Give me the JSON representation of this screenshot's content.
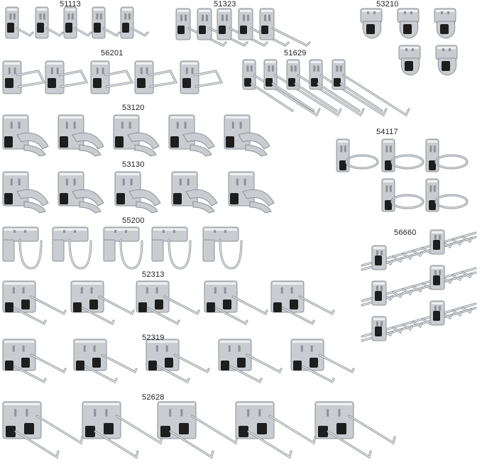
{
  "groups": [
    {
      "id": "g51113",
      "code": "51113",
      "count": 5,
      "kind": "short-hook"
    },
    {
      "id": "g51323",
      "code": "51323",
      "count": 5,
      "kind": "long-hook"
    },
    {
      "id": "g53210",
      "code": "53210",
      "count": 5,
      "kind": "cup-clip"
    },
    {
      "id": "g56201",
      "code": "56201",
      "count": 5,
      "kind": "loop-hook"
    },
    {
      "id": "g51629",
      "code": "51629",
      "count": 5,
      "kind": "long-rod"
    },
    {
      "id": "g53120",
      "code": "53120",
      "count": 5,
      "kind": "spring-clip"
    },
    {
      "id": "g54117",
      "code": "54117",
      "count": 5,
      "kind": "ring-holder"
    },
    {
      "id": "g53130",
      "code": "53130",
      "count": 5,
      "kind": "spring-clip"
    },
    {
      "id": "g55200",
      "code": "55200",
      "count": 5,
      "kind": "j-hook"
    },
    {
      "id": "g56660",
      "code": "56660",
      "count": 3,
      "kind": "multi-rack"
    },
    {
      "id": "g52313",
      "code": "52313",
      "count": 5,
      "kind": "double-hook"
    },
    {
      "id": "g52319",
      "code": "52319",
      "count": 5,
      "kind": "double-hook"
    },
    {
      "id": "g52628",
      "code": "52628",
      "count": 5,
      "kind": "big-double-hook"
    }
  ],
  "colors": {
    "metal": "#c9ccd0",
    "metal_dark": "#8d9298",
    "metal_light": "#eef0f2",
    "insert": "#1e1e1e",
    "label": "#222222"
  }
}
